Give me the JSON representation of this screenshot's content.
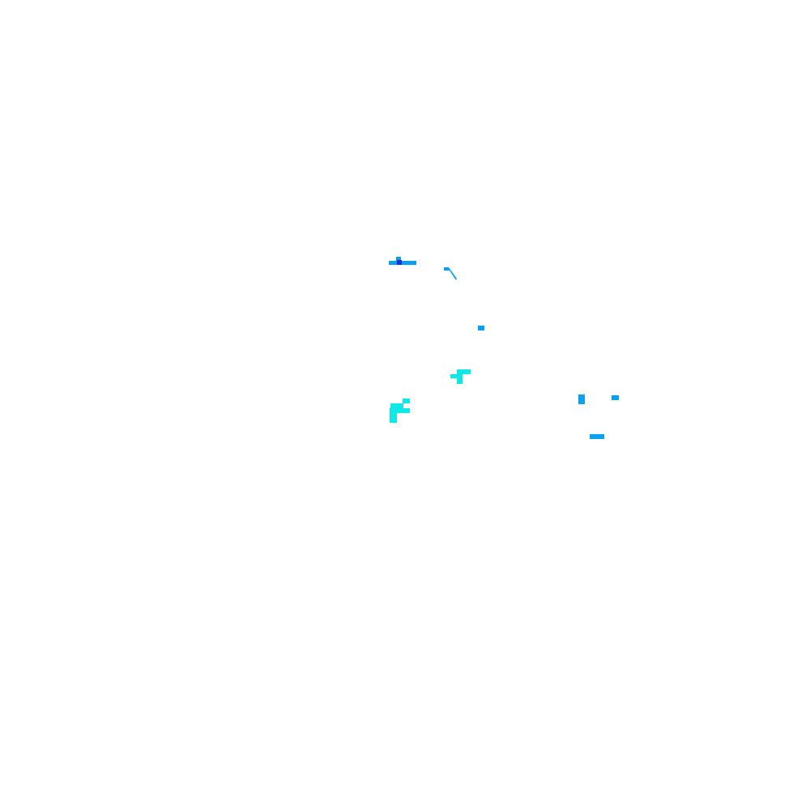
{
  "background_color": "#ffffff",
  "palette": {
    "blue": "#0aa0f0",
    "dark_blue": "#1a2fe0",
    "cyan": "#10e8e8"
  },
  "fragments": [
    {
      "name": "fragment-1",
      "color": "blue"
    },
    {
      "name": "fragment-2",
      "color": "blue"
    },
    {
      "name": "fragment-3",
      "color": "blue"
    },
    {
      "name": "fragment-4",
      "color": "cyan"
    },
    {
      "name": "fragment-5",
      "color": "cyan"
    },
    {
      "name": "fragment-6",
      "color": "blue"
    },
    {
      "name": "fragment-7",
      "color": "blue"
    },
    {
      "name": "fragment-8",
      "color": "blue"
    }
  ]
}
